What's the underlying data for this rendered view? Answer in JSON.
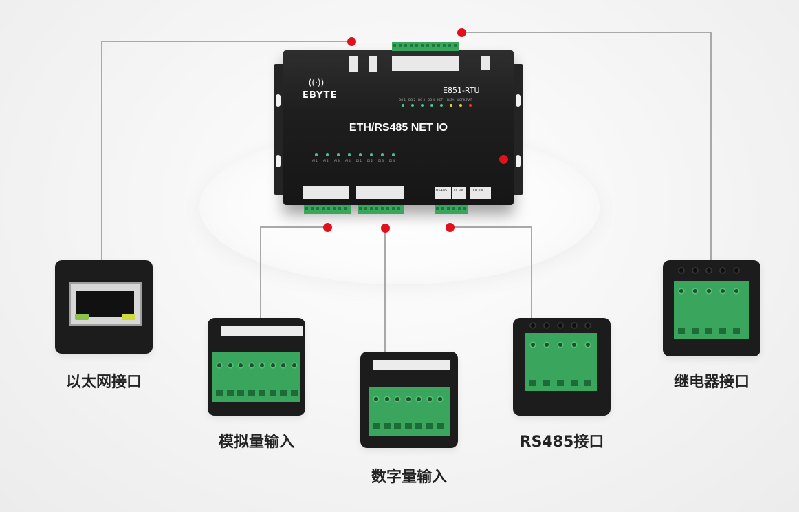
{
  "device": {
    "brand": "EBYTE",
    "model": "E851-RTU",
    "title": "ETH/RS485 NET IO",
    "status_leds": [
      "DO 1",
      "DO 2",
      "DO 3",
      "DO 4",
      "NET",
      "DATA",
      "WORK",
      "PWR"
    ],
    "input_leds": [
      "AI 1",
      "AI 2",
      "AI 3",
      "AI 4",
      "DI 1",
      "DI 2",
      "DI 3",
      "DI 4"
    ],
    "port_labels": [
      "RS485",
      "DC-IN",
      "DC-IN"
    ]
  },
  "ports": [
    {
      "id": "ethernet",
      "label": "以太网接口"
    },
    {
      "id": "analog",
      "label": "模拟量输入"
    },
    {
      "id": "digital",
      "label": "数字量输入"
    },
    {
      "id": "rs485",
      "label": "RS485接口"
    },
    {
      "id": "relay",
      "label": "继电器接口"
    }
  ],
  "colors": {
    "connector_dot": "#e1101a",
    "terminal_green": "#3aa55d",
    "line": "#a9a9a9"
  }
}
